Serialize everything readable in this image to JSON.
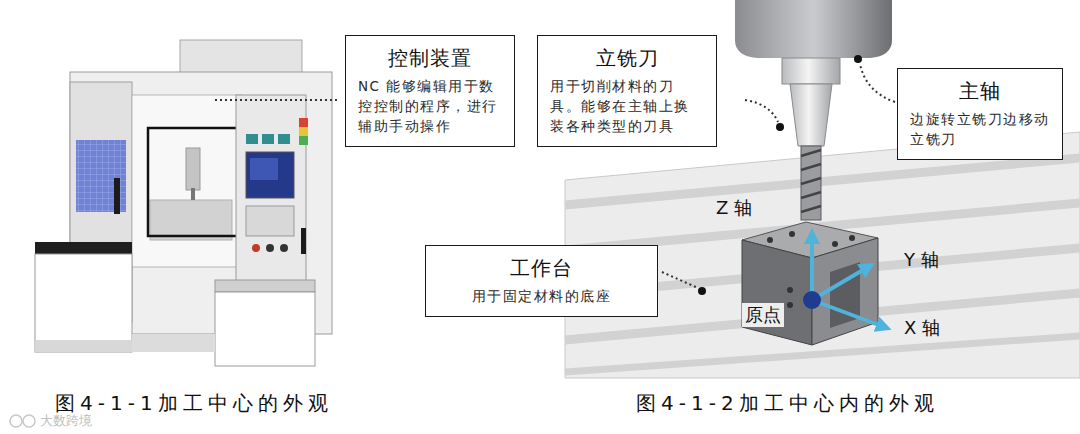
{
  "diagram": {
    "nodes": [
      {
        "text": [
          "控制装置",
          "NC 能够编辑用于数控控制的程序，进行辅助手动操作"
        ]
      },
      {
        "text": [
          "立铣刀",
          "用于切削材料的刀具。能够在主轴上换装各种类型的刀具"
        ]
      },
      {
        "text": [
          "主轴",
          "边旋转立铣刀边移动立铣刀"
        ]
      },
      {
        "text": [
          "工作台",
          "用于固定材料的底座"
        ]
      }
    ],
    "labels": [
      "Z 轴",
      "Y 轴",
      "X 轴",
      "原点",
      "图4-1-1加工中心的外观",
      "图4-1-2加工中心内的外观",
      "大数跨境"
    ]
  }
}
